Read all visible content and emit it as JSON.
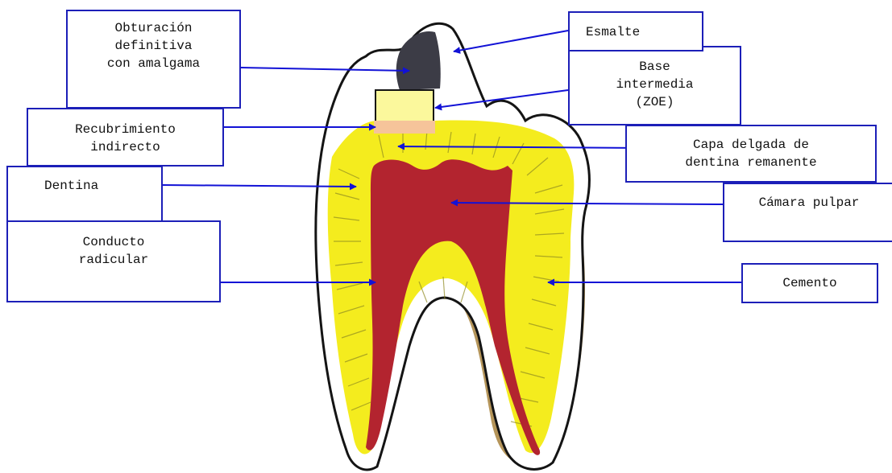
{
  "labels": {
    "obturacion": [
      "Obturación",
      "definitiva",
      "con amalgama"
    ],
    "esmalte": [
      "Esmalte"
    ],
    "base": [
      "Base",
      "intermedia",
      "(ZOE)"
    ],
    "recubrimiento": [
      "Recubrimiento",
      "indirecto"
    ],
    "capa": [
      "Capa delgada de",
      "dentina remanente"
    ],
    "dentina": [
      "Dentina"
    ],
    "camara": [
      "Cámara pulpar"
    ],
    "conducto": [
      "Conducto",
      "radicular"
    ],
    "cemento": [
      "Cemento"
    ]
  },
  "colors": {
    "label_border": "#1c1fb8",
    "arrow": "#1212d6",
    "enamel": "#ffffff",
    "dentin": "#f4ec1e",
    "pulp": "#b3242f",
    "cementum": "#b5955a",
    "amalgam": "#3c3c46",
    "zoe_base": "#fbf89c",
    "indirect_cap": "#f6c49a"
  }
}
